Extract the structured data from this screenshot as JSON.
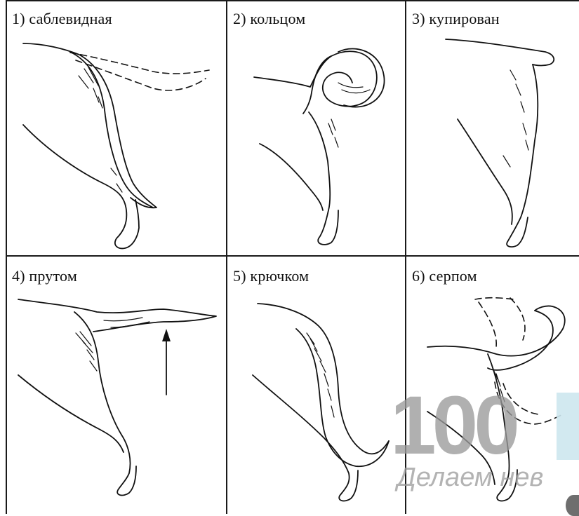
{
  "panels": [
    {
      "label": "1) саблевидная"
    },
    {
      "label": "2) кольцом"
    },
    {
      "label": "3) купирован"
    },
    {
      "label": "4) прутом"
    },
    {
      "label": "5) крючком"
    },
    {
      "label": "6) серпом"
    }
  ],
  "watermark": {
    "number": "100",
    "slogan": "Делаем нев",
    "color": "#9a9a9a",
    "accent": "#cde7ee"
  },
  "colors": {
    "ink": "#111111",
    "grid": "#1a1a1a",
    "background": "#ffffff"
  }
}
